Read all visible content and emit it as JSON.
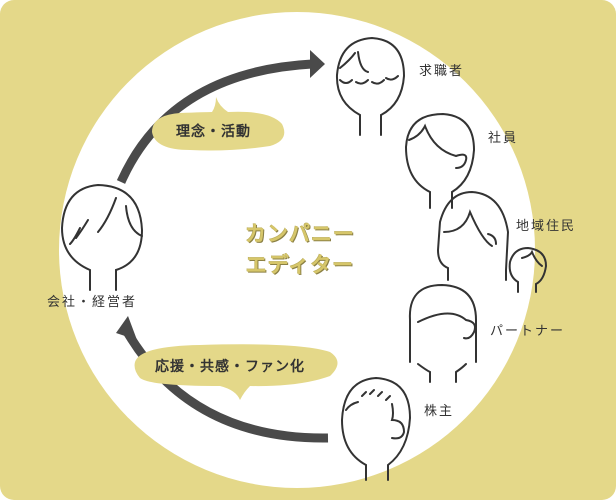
{
  "colors": {
    "background": "#e4d889",
    "circle": "#ffffff",
    "arrow": "#4a4a4a",
    "bubble": "#e4d889",
    "title": "#d6c66a"
  },
  "center_title": {
    "line1": "カンパニー",
    "line2": "エディター"
  },
  "company": {
    "label": "会社・経営者"
  },
  "stakeholders": [
    {
      "label": "求職者"
    },
    {
      "label": "社員"
    },
    {
      "label": "地域住民"
    },
    {
      "label": "パートナー"
    },
    {
      "label": "株主"
    }
  ],
  "flows": {
    "outgoing": "理念・活動",
    "incoming": "応援・共感・ファン化"
  }
}
